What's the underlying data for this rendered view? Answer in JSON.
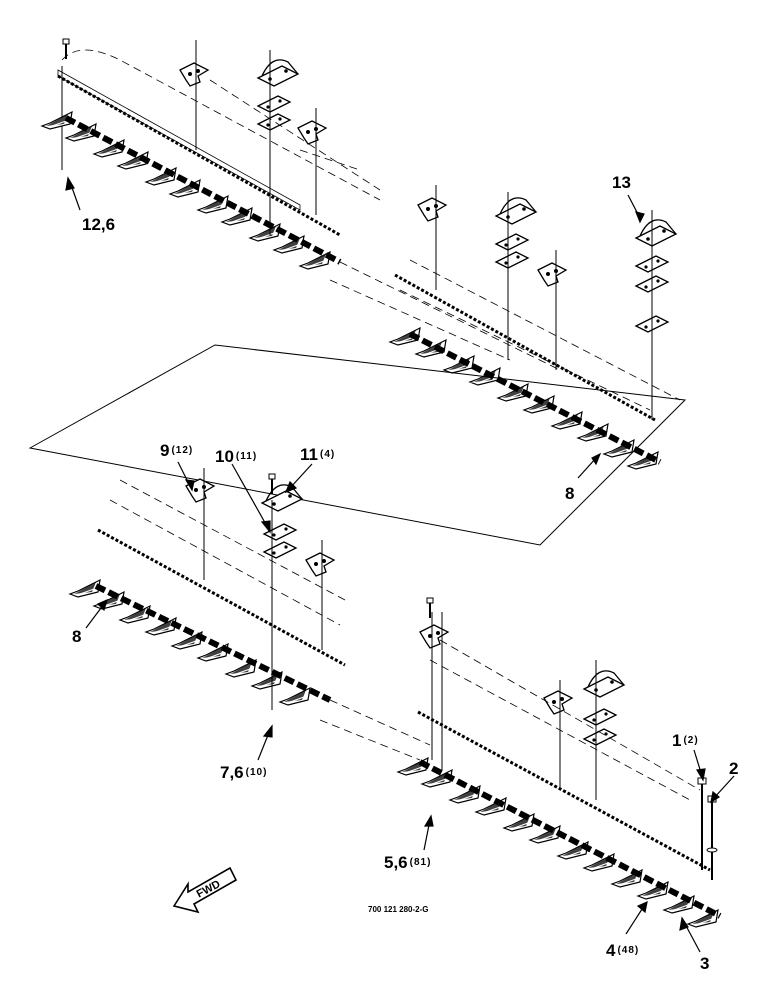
{
  "callouts": {
    "c13": {
      "num": "13",
      "qty": ""
    },
    "c12_6": {
      "num": "12,6",
      "qty": ""
    },
    "c8_top": {
      "num": "8",
      "qty": ""
    },
    "c9": {
      "num": "9",
      "qty": "(12)"
    },
    "c10": {
      "num": "10",
      "qty": "(11)"
    },
    "c11": {
      "num": "11",
      "qty": "(4)"
    },
    "c8_left": {
      "num": "8",
      "qty": ""
    },
    "c7_6": {
      "num": "7,6",
      "qty": "(10)"
    },
    "c1": {
      "num": "1",
      "qty": "(2)"
    },
    "c2": {
      "num": "2",
      "qty": ""
    },
    "c5_6": {
      "num": "5,6",
      "qty": "(81)"
    },
    "c4": {
      "num": "4",
      "qty": "(48)"
    },
    "c3": {
      "num": "3",
      "qty": ""
    }
  },
  "fwd_label": "FWD",
  "drawing_number": "700 121 280-2-G"
}
